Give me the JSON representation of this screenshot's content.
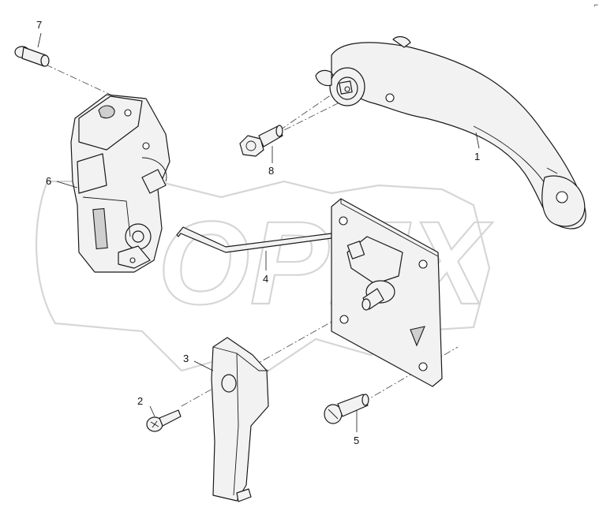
{
  "watermark": {
    "text": "OPEX"
  },
  "corner_mark": "⌐",
  "callouts": [
    {
      "id": "c1",
      "label": "1"
    },
    {
      "id": "c2",
      "label": "2"
    },
    {
      "id": "c3",
      "label": "3"
    },
    {
      "id": "c4",
      "label": "4"
    },
    {
      "id": "c5",
      "label": "5"
    },
    {
      "id": "c6",
      "label": "6"
    },
    {
      "id": "c7",
      "label": "7"
    },
    {
      "id": "c8",
      "label": "8"
    }
  ],
  "parts": [
    {
      "callout": "1",
      "icon": "door-pull-handle-icon"
    },
    {
      "callout": "2",
      "icon": "phillips-screw-icon"
    },
    {
      "callout": "3",
      "icon": "lever-handle-icon"
    },
    {
      "callout": "4",
      "icon": "connecting-rod-icon"
    },
    {
      "callout": "5",
      "icon": "slotted-screw-icon"
    },
    {
      "callout": "6",
      "icon": "lock-mechanism-icon"
    },
    {
      "callout": "7",
      "icon": "pin-icon"
    },
    {
      "callout": "8",
      "icon": "hex-bolt-icon"
    }
  ]
}
